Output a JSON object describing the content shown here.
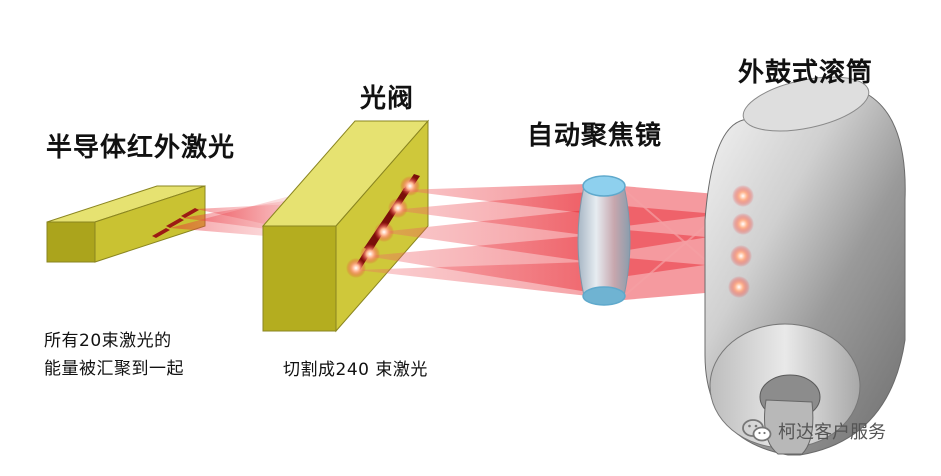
{
  "labels": {
    "laser": "半导体红外激光",
    "light_valve": "光阀",
    "lens": "自动聚焦镜",
    "drum": "外鼓式滚筒",
    "note_laser_line1": "所有20束激光的",
    "note_laser_line2": "能量被汇聚到一起",
    "note_valve": "切割成240 束激光"
  },
  "watermark": {
    "text": "柯达客户服务",
    "icon": "wechat-icon"
  },
  "colors": {
    "block_fill": "#b9b21f",
    "block_top": "#e6e271",
    "block_side": "#7c7510",
    "beam": "#e8202a",
    "drum_mid": "#d9d9d9",
    "lens_edge": "#6fb3d2"
  }
}
